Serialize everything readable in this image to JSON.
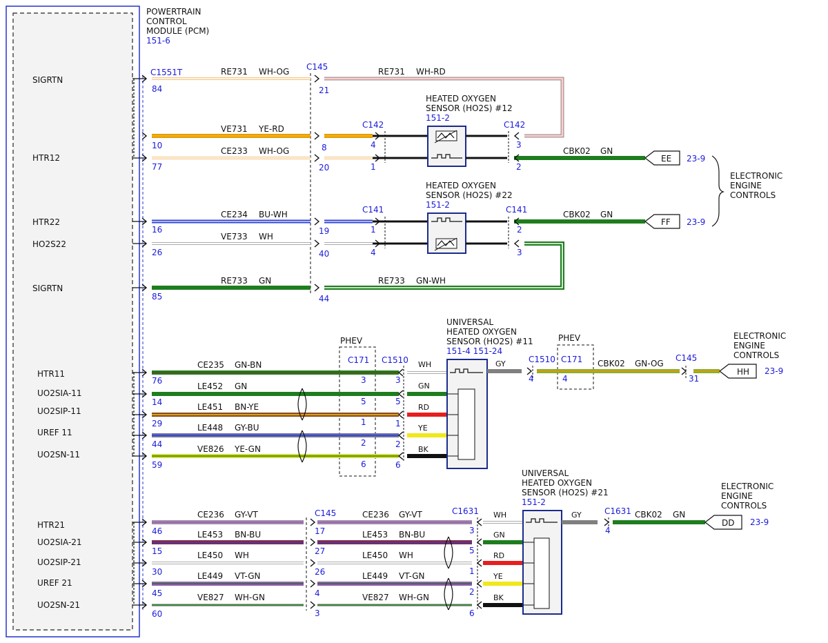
{
  "pcm": {
    "title_lines": [
      "POWERTRAIN",
      "CONTROL",
      "MODULE (PCM)"
    ],
    "ref": "151-6",
    "pins": [
      "SIGRTN",
      "HTR12",
      "HTR22",
      "HO2S22",
      "SIGRTN",
      "HTR11",
      "UO2SIA-11",
      "UO2SIP-11",
      "UREF 11",
      "UO2SN-11",
      "HTR21",
      "UO2SIA-21",
      "UO2SIP-21",
      "UREF 21",
      "UO2SN-21"
    ]
  },
  "colors": {
    "module_blue": "#2233cc",
    "pin_blue": "#1a1adb",
    "green": "#1e7d1e",
    "blue_wire": "#2b3fd6",
    "orange": "#e89a00",
    "red": "#e61e1e",
    "yellow": "#f0e81a",
    "grey": "#808080",
    "brown": "#8a4a1c",
    "violet": "#9a5bb8",
    "black": "#111111"
  },
  "connectors": {
    "pcm": "C1551T",
    "inline_145": "C145",
    "c142": "C142",
    "c141": "C141",
    "c171": "C171",
    "c1510": "C1510",
    "c1631": "C1631",
    "phev": "PHEV"
  },
  "sensors": {
    "s12": {
      "lines": [
        "HEATED OXYGEN",
        "SENSOR (HO2S) #12"
      ],
      "ref": "151-2"
    },
    "s22": {
      "lines": [
        "HEATED OXYGEN",
        "SENSOR (HO2S) #22"
      ],
      "ref": "151-2"
    },
    "s11": {
      "lines": [
        "UNIVERSAL",
        "HEATED OXYGEN",
        "SENSOR (HO2S) #11"
      ],
      "ref": "151-4   151-24"
    },
    "s21": {
      "lines": [
        "UNIVERSAL",
        "HEATED OXYGEN",
        "SENSOR (HO2S) #21"
      ],
      "ref": "151-2"
    }
  },
  "destinations": {
    "ee": {
      "label": "EE",
      "ref": "23-9"
    },
    "ff": {
      "label": "FF",
      "ref": "23-9"
    },
    "hh": {
      "label": "HH",
      "ref": "23-9"
    },
    "dd": {
      "label": "DD",
      "ref": "23-9"
    },
    "eec_lines": [
      "ELECTRONIC",
      "ENGINE",
      "CONTROLS"
    ]
  },
  "circuits": {
    "upper": [
      {
        "circuit": "RE731",
        "color": "WH-OG",
        "pcm_pin": "84",
        "c145_pin": "21",
        "right_circuit": "RE731",
        "right_color": "WH-RD",
        "sensor_pin": "3"
      },
      {
        "circuit": "VE731",
        "color": "YE-RD",
        "pcm_pin": "10",
        "c145_pin": "8",
        "sensor_pin": "4"
      },
      {
        "circuit": "CE233",
        "color": "WH-OG",
        "pcm_pin": "77",
        "c145_pin": "20",
        "sensor_pin": "1"
      },
      {
        "circuit": "CE234",
        "color": "BU-WH",
        "pcm_pin": "16",
        "c145_pin": "19",
        "sensor_pin": "1"
      },
      {
        "circuit": "VE733",
        "color": "WH",
        "pcm_pin": "26",
        "c145_pin": "40",
        "sensor_pin": "4"
      },
      {
        "circuit": "RE733",
        "color": "GN",
        "pcm_pin": "85",
        "c145_pin": "44",
        "right_circuit": "RE733",
        "right_color": "GN-WH",
        "sensor_pin": "3"
      }
    ],
    "cbk_ee": {
      "circuit": "CBK02",
      "color": "GN",
      "pin": "2"
    },
    "cbk_ff": {
      "circuit": "CBK02",
      "color": "GN",
      "pin": "2"
    },
    "s11_wires": [
      {
        "circuit": "CE235",
        "color": "GN-BN",
        "pcm_pin": "76",
        "c171_pin": "3",
        "c1510_pin": "3",
        "sensor_color": "WH"
      },
      {
        "circuit": "LE452",
        "color": "GN",
        "pcm_pin": "14",
        "c171_pin": "5",
        "c1510_pin": "5",
        "sensor_color": "GN"
      },
      {
        "circuit": "LE451",
        "color": "BN-YE",
        "pcm_pin": "29",
        "c171_pin": "1",
        "c1510_pin": "1",
        "sensor_color": "RD"
      },
      {
        "circuit": "LE448",
        "color": "GY-BU",
        "pcm_pin": "44",
        "c171_pin": "2",
        "c1510_pin": "2",
        "sensor_color": "YE"
      },
      {
        "circuit": "VE826",
        "color": "YE-GN",
        "pcm_pin": "59",
        "c171_pin": "6",
        "c1510_pin": "6",
        "sensor_color": "BK"
      }
    ],
    "s11_out": {
      "sensor_color": "GY",
      "c1510_pin": "4",
      "c171_pin": "4",
      "circuit": "CBK02",
      "color": "GN-OG",
      "c145_pin": "31"
    },
    "s21_wires": [
      {
        "circuit": "CE236",
        "color": "GY-VT",
        "pcm_pin": "46",
        "c145_pin": "17",
        "c1631_pin": "3",
        "sensor_color": "WH"
      },
      {
        "circuit": "LE453",
        "color": "BN-BU",
        "pcm_pin": "15",
        "c145_pin": "27",
        "c1631_pin": "5",
        "sensor_color": "GN"
      },
      {
        "circuit": "LE450",
        "color": "WH",
        "pcm_pin": "30",
        "c145_pin": "26",
        "c1631_pin": "1",
        "sensor_color": "RD"
      },
      {
        "circuit": "LE449",
        "color": "VT-GN",
        "pcm_pin": "45",
        "c145_pin": "4",
        "c1631_pin": "2",
        "sensor_color": "YE"
      },
      {
        "circuit": "VE827",
        "color": "WH-GN",
        "pcm_pin": "60",
        "c145_pin": "3",
        "c1631_pin": "6",
        "sensor_color": "BK"
      }
    ],
    "s21_out": {
      "sensor_color": "GY",
      "c1631_pin": "4",
      "circuit": "CBK02",
      "color": "GN"
    }
  }
}
